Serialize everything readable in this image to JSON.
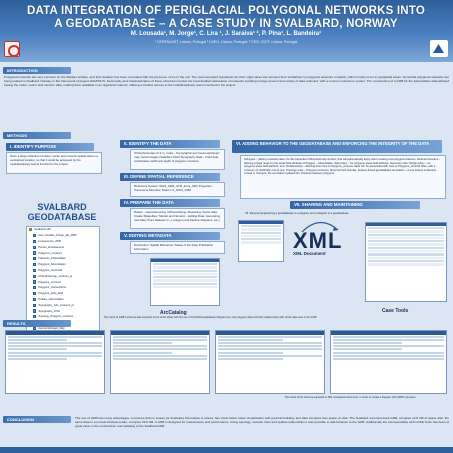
{
  "header": {
    "title": "DATA INTEGRATION OF PERIGLACIAL POLYGONAL NETWORKS INTO A GEODATABASE – A CASE STUDY IN SVALBARD, NORWAY",
    "authors": "M. Lousada¹, M. Jorge¹, C. Lira ¹, J. Saraiva¹ ², P. Pina¹, L. Bandeira¹",
    "affiliation": "¹ CERENA/IST, Lisbon, Portugal ² LNEG, Lisboa, Portugal; ³ CEG, IGOT, Lisboa, Portugal"
  },
  "introduction": {
    "label": "INTRODUCTION",
    "text": "Polygonal networks are very common on the Martian surface, and their location has been correlated with the presence of ice in the soil. The most accepted hypothesis for their origin takes into account their similarities to polygonal networks on Earth, which mostly occur in periglacial areas. Terrestrial polygonal networks are being studied in Svalbard, Norway, in the framework of project ANAPOLIS. Field study and characterization of these structures involve the local detailed delineation of networks resulting in large amount and variety of data collected, with a common reference system. The construction of a GDB for the Adventdalen data allowed having the raster, vector and numeric data, making them available in an organized manner, offering a intuitive access to the multidisciplinary teams involved in the project."
  },
  "methods": {
    "label": "METHODS",
    "step1": {
      "title": "I.   IDENTIFY PURPOSE",
      "text": "Store a large collection of raster, vector and numeric spatial data in a centralized location; so that it could be accessed by the multidisciplinary teams involved in the project."
    },
    "step2": {
      "title": "II.   IDENTIFY THE DATA",
      "text": "Orthophotomaps (0.2 m, rural) – Topographic and Geomorphologic map; Aerial images (Satellite); Field Topography Data – Field data, coordinates; width and depth of polygons contours."
    },
    "step3": {
      "title": "III.   DEFINE SPATIAL REFERENCE",
      "text": "Reference System: WGS_1984_UTM_Zone_33N; Projection: Transverse Mercator; Datum: D_WGS_1984"
    },
    "step4": {
      "title": "IV.   PREPARE THE DATA",
      "text": "Raster – Georeferencing, Orthorectifying, Mosaicing; Vector data; Create Shapefiles; Tabular and Numeric – Editing Data; Generating new data; Point datasets (x, y, polygon and fracture diagrams, etc.)"
    },
    "step5": {
      "title": "V.   EDITING METADATA",
      "text": "Description: Spatial Reference; Status of the data; Publication information"
    },
    "step6": {
      "title": "VI.   ADDING BEHAVIOR TO THE GEODATABASE AND ENFORCING THE INTEGRITY OF THE DATA",
      "text": "Subtypes – Setting a default value: for the respective Orthophotomap number; that will automatically apply when creating new polygons features. Attribute Domains – defining a legal range for the areas field attribute of Polygon – Adventdalen. Split policy – for polygons areas field attribute; Geometry ratio. Merge policy – for polygons areas field attribute; sum. Relationships – defining how rows in Polygons_contours table can be associated with rows in Polygons_centroid table, with a minimum of cardinality one-to-one. Topology rules – Polygons-contours: Must Not Self Overlap. Feature-linked geodatabase annotation – if one feature is deleted, moved or changed, the annotation updated too. Distance between polygons."
    },
    "step7": {
      "title": "VII.   SHARING AND MAINTAINING"
    },
    "xml_caption": "VII. Reverse Engineering a geodatabase to a diagram and a diagram to a geodatabase"
  },
  "gdb": {
    "title": "SVALBARD GEODATABASE",
    "tree": [
      {
        "label": "Svalbard.mdb",
        "icon": "database-icon"
      },
      {
        "label": "Aero_Detalhe_Fotogr_AE_2005",
        "icon": "raster-icon"
      },
      {
        "label": "Lineamentos_2006",
        "icon": "feature-icon"
      },
      {
        "label": "Pontos_levantamento",
        "icon": "feature-icon"
      },
      {
        "label": "Poligonos_contours",
        "icon": "feature-icon"
      },
      {
        "label": "Fractures_Adventdalen",
        "icon": "feature-icon"
      },
      {
        "label": "Polygons_Adventdalen",
        "icon": "feature-icon"
      },
      {
        "label": "Polygons_Centroids",
        "icon": "feature-icon"
      },
      {
        "label": "Orthophotomap_contours_pl",
        "icon": "feature-icon"
      },
      {
        "label": "Polygons_contours",
        "icon": "feature-icon"
      },
      {
        "label": "Polygons_intersections",
        "icon": "feature-icon"
      },
      {
        "label": "Polygons_plots_field",
        "icon": "feature-icon"
      },
      {
        "label": "Profiles_Adventdalen",
        "icon": "feature-icon"
      },
      {
        "label": "Topography_Adv_contours_pl",
        "icon": "feature-icon"
      },
      {
        "label": "Topography_ortho",
        "icon": "feature-icon"
      },
      {
        "label": "Topology_Polygons_contours",
        "icon": "feature-icon"
      },
      {
        "label": "AdventdalenDEM_AE",
        "icon": "raster-icon"
      },
      {
        "label": "Geomorphologic_Map",
        "icon": "raster-icon"
      },
      {
        "label": "Ortho_Photo_Orthophotomap_56",
        "icon": "raster-icon"
      },
      {
        "label": "Orthophotomap_56_S0",
        "icon": "raster-icon"
      },
      {
        "label": "Polygon_sizes_2006",
        "icon": "table-icon"
      },
      {
        "label": "Plots_Interpretation",
        "icon": "table-icon"
      },
      {
        "label": "Polygons_areas_field",
        "icon": "table-icon"
      },
      {
        "label": "Profiles_Adventdalen",
        "icon": "table-icon"
      },
      {
        "label": "Satelite_image_AE",
        "icon": "raster-icon"
      }
    ]
  },
  "tools": {
    "arccatalog": "ArcCatalog",
    "xml": "XML",
    "xml_doc": "XML Document",
    "case_tools": "Case Tools"
  },
  "results": {
    "label": "RESULTS",
    "caption_top": "The result of GDB's schema was exported to the excel sheet with the use of ArcGIS/Geodatabase Diagrammer; the polygons data and their relationships with all the data sets in the GDB",
    "caption_bottom": "The result of the schema exported to XML workspace document, in order to create a diagram with GDB's structure"
  },
  "conclusion": {
    "label": "CONCLUSION",
    "text": "The use of GDB has many advantages, it ensures that no losses (or duplicate) information is stored, has much faster raster visualization with pyramid building, and data occupies less space on disk. The Svalbard uncompressed GDB, occupies 12.8 GB of space disk, the same data in a normal windows folder, occupies 29.8 GB. A GDB is designed for maintenance and performance. Using topology, network rules and spatial relationships it was possible to add behavior to the GDB. Additionally the interoperability with CASE Tools has been of great value in the construction and updating of the Svalbard GDB."
  }
}
